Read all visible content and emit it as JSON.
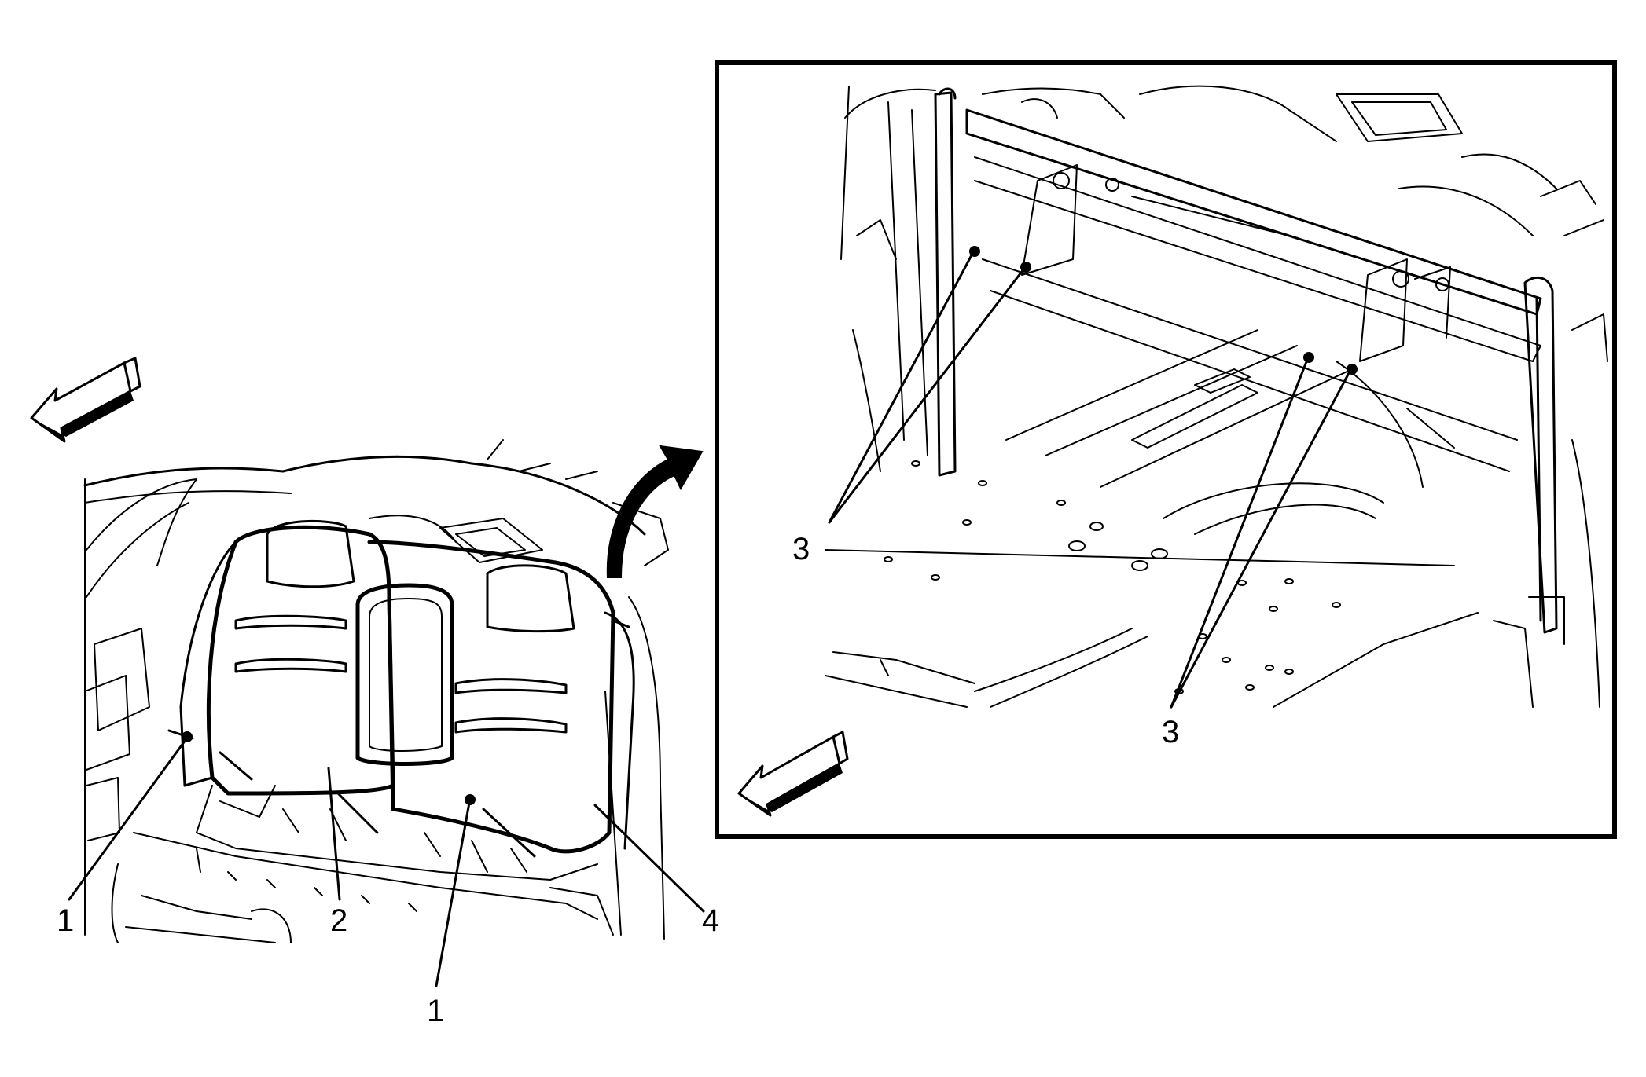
{
  "diagram": {
    "callouts": {
      "c1_left": "1",
      "c2": "2",
      "c1_bottom": "1",
      "c4": "4",
      "c3_left": "3",
      "c3_right": "3"
    },
    "colors": {
      "ink": "#000000",
      "paper": "#ffffff"
    },
    "icons": [
      "direction-arrow-icon",
      "flip-view-arrow-icon"
    ]
  }
}
